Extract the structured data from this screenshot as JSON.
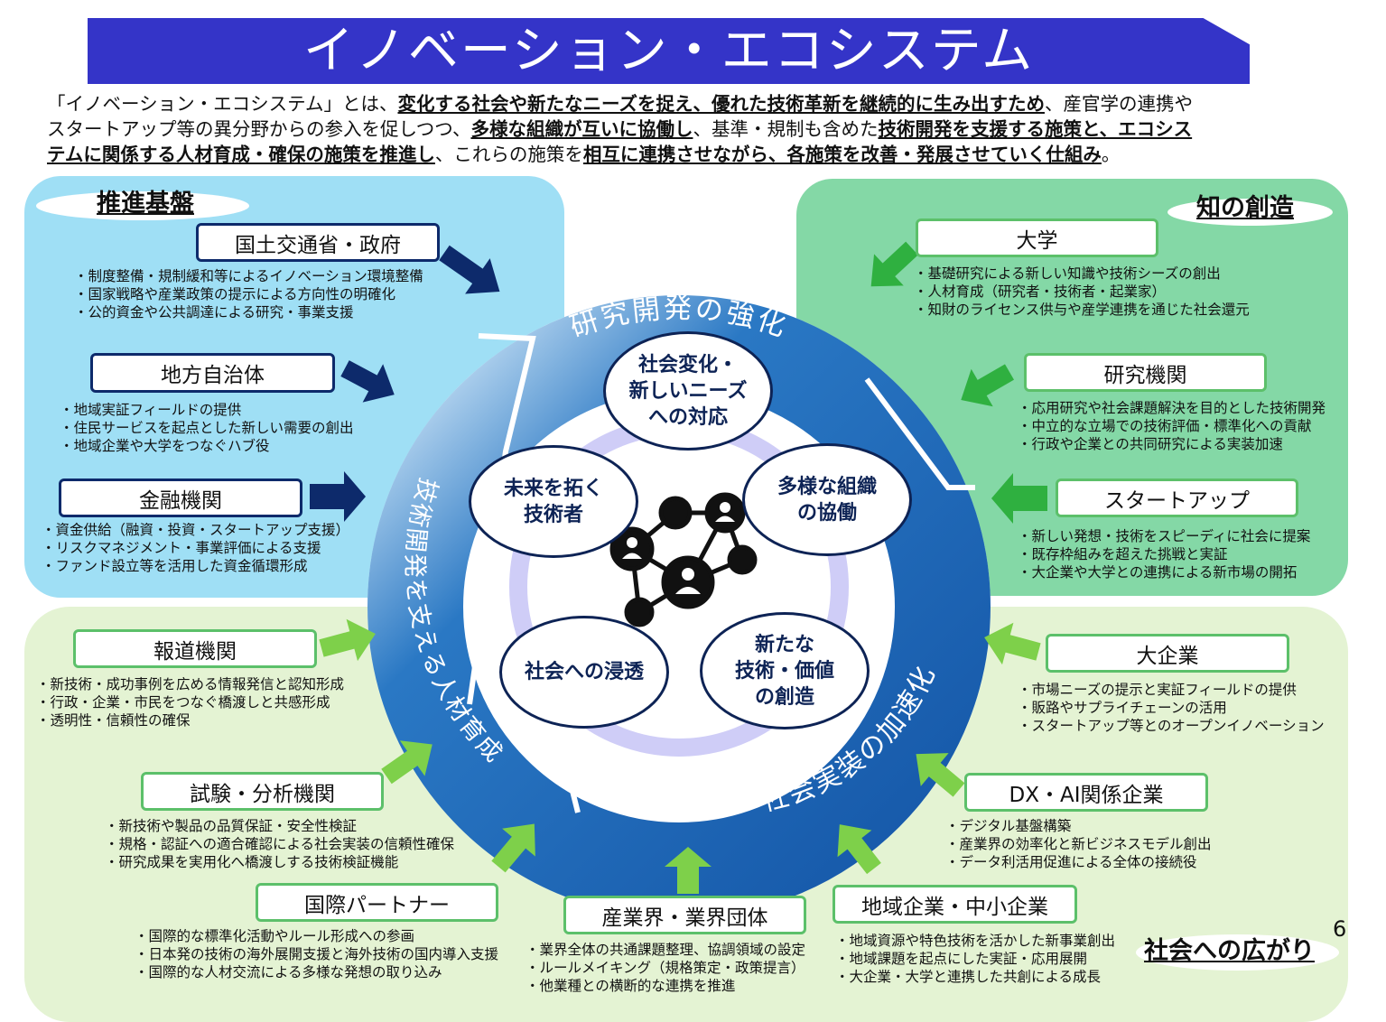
{
  "title": "イノベーション・エコシステム",
  "intro": {
    "line1": [
      {
        "t": "「イノベーション・エコシステム」とは、",
        "b": false
      },
      {
        "t": "変化する社会や新たなニーズを捉え、優れた技術革新を継続的に生み出すため",
        "b": true
      },
      {
        "t": "、産官学の連携や",
        "b": false
      }
    ],
    "line2": [
      {
        "t": "スタートアップ等の異分野からの参入を促しつつ、",
        "b": false
      },
      {
        "t": "多様な組織が互いに協働し",
        "b": true
      },
      {
        "t": "、基準・規制も含めた",
        "b": false
      },
      {
        "t": "技術開発を支援する施策と、エコシス",
        "b": true
      }
    ],
    "line3": [
      {
        "t": "テムに関係する人材育成・確保の施策を推進し",
        "b": true
      },
      {
        "t": "、これらの施策を",
        "b": false
      },
      {
        "t": "相互に連携させながら、各施策を改善・発展させていく仕組み",
        "b": true
      },
      {
        "t": "。",
        "b": false
      }
    ]
  },
  "sections": {
    "left": "推進基盤",
    "right": "知の創造",
    "bottom": "社会への広がり"
  },
  "ring": {
    "top": "研究開発の強化",
    "left": "技術開発を支える人材育成",
    "bottom": "社会実装の加速化"
  },
  "bubbles": [
    "社会変化・\n新しいニーズ\nへの対応",
    "未来を拓く\n技術者",
    "多様な組織\nの協働",
    "社会への浸透",
    "新たな\n技術・価値\nの創造"
  ],
  "orgs": [
    {
      "name": "国土交通省・政府",
      "bullets": [
        "・制度整備・規制緩和等によるイノベーション環境整備",
        "・国家戦略や産業政策の提示による方向性の明確化",
        "・公的資金や公共調達による研究・事業支援"
      ]
    },
    {
      "name": "地方自治体",
      "bullets": [
        "・地域実証フィールドの提供",
        "・住民サービスを起点とした新しい需要の創出",
        "・地域企業や大学をつなぐハブ役"
      ]
    },
    {
      "name": "金融機関",
      "bullets": [
        "・資金供給（融資・投資・スタートアップ支援）",
        "・リスクマネジメント・事業評価による支援",
        "・ファンド設立等を活用した資金循環形成"
      ]
    },
    {
      "name": "大学",
      "bullets": [
        "・基礎研究による新しい知識や技術シーズの創出",
        "・人材育成（研究者・技術者・起業家）",
        "・知財のライセンス供与や産学連携を通じた社会還元"
      ]
    },
    {
      "name": "研究機関",
      "bullets": [
        "・応用研究や社会課題解決を目的とした技術開発",
        "・中立的な立場での技術評価・標準化への貢献",
        "・行政や企業との共同研究による実装加速"
      ]
    },
    {
      "name": "スタートアップ",
      "bullets": [
        "・新しい発想・技術をスピーディに社会に提案",
        "・既存枠組みを超えた挑戦と実証",
        "・大企業や大学との連携による新市場の開拓"
      ]
    },
    {
      "name": "報道機関",
      "bullets": [
        "・新技術・成功事例を広める情報発信と認知形成",
        "・行政・企業・市民をつなぐ橋渡しと共感形成",
        "・透明性・信頼性の確保"
      ]
    },
    {
      "name": "試験・分析機関",
      "bullets": [
        "・新技術や製品の品質保証・安全性検証",
        "・規格・認証への適合確認による社会実装の信頼性確保",
        "・研究成果を実用化へ橋渡しする技術検証機能"
      ]
    },
    {
      "name": "国際パートナー",
      "bullets": [
        "・国際的な標準化活動やルール形成への参画",
        "・日本発の技術の海外展開支援と海外技術の国内導入支援",
        "・国際的な人材交流による多様な発想の取り込み"
      ]
    },
    {
      "name": "産業界・業界団体",
      "bullets": [
        "・業界全体の共通課題整理、協調領域の設定",
        "・ルールメイキング（規格策定・政策提言）",
        "・他業種との横断的な連携を推進"
      ]
    },
    {
      "name": "地域企業・中小企業",
      "bullets": [
        "・地域資源や特色技術を活かした新事業創出",
        "・地域課題を起点にした実証・応用展開",
        "・大企業・大学と連携した共創による成長"
      ]
    },
    {
      "name": "DX・AI関係企業",
      "bullets": [
        "・デジタル基盤構築",
        "・産業界の効率化と新ビジネスモデル創出",
        "・データ利活用促進による全体の接続役"
      ]
    },
    {
      "name": "大企業",
      "bullets": [
        "・市場ニーズの提示と実証フィールドの提供",
        "・販路やサプライチェーンの活用",
        "・スタートアップ等とのオープンイノベーション"
      ]
    }
  ],
  "page_number": "6",
  "colors": {
    "banner": "#3434c8",
    "ring": "#1f6bb8",
    "left_panel": "#9fdff5",
    "right_panel": "#84d8a6",
    "bottom_panel": "#e4f3d3",
    "navy": "#0d2a6b",
    "green": "#33b34a"
  }
}
